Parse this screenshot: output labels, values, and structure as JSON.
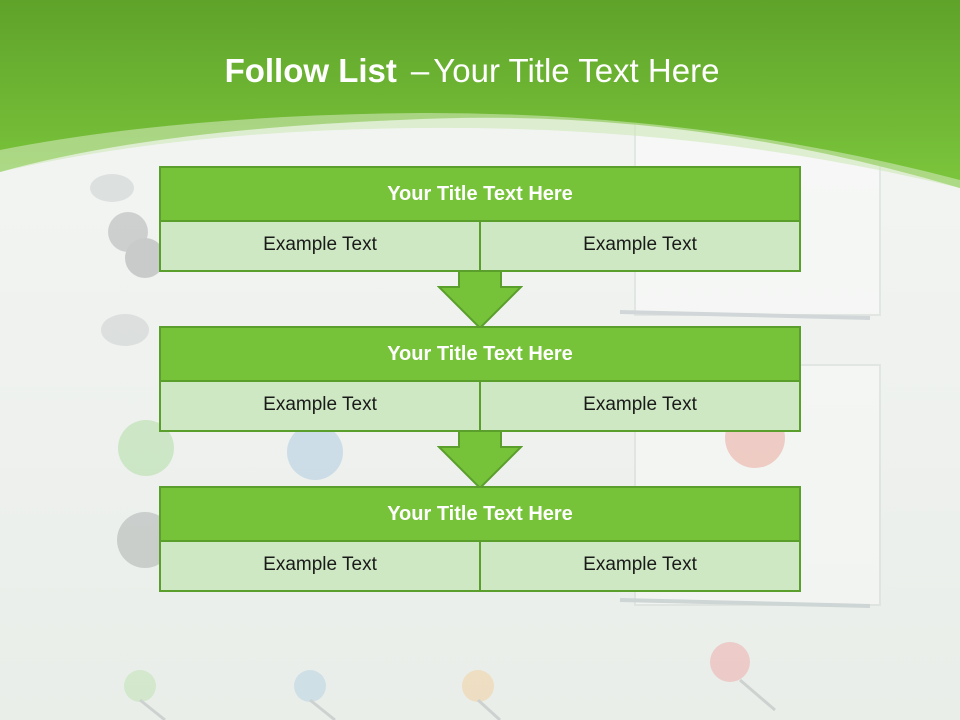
{
  "slide": {
    "title_bold": "Follow List",
    "title_dash": "–",
    "title_rest": "Your Title Text Here",
    "colors": {
      "accent": "#76c239",
      "border": "#5a9e2b",
      "cell": "#cde8c2",
      "band": "#6cb52f"
    }
  },
  "steps": [
    {
      "title": "Your Title Text Here",
      "cells": [
        "Example Text",
        "Example Text"
      ]
    },
    {
      "title": "Your Title Text Here",
      "cells": [
        "Example Text",
        "Example Text"
      ]
    },
    {
      "title": "Your Title Text Here",
      "cells": [
        "Example Text",
        "Example Text"
      ]
    }
  ],
  "arrows": [
    {
      "icon": "down-arrow-icon"
    },
    {
      "icon": "down-arrow-icon"
    }
  ]
}
